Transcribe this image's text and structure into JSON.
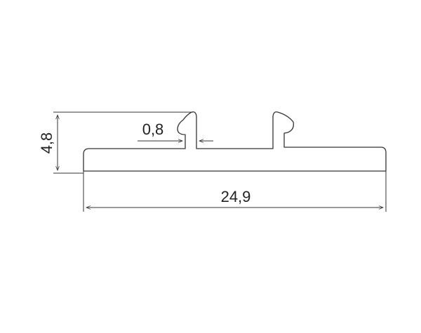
{
  "dimensions": {
    "overall_width": "24,9",
    "overall_height": "4,8",
    "slot_gap": "0,8"
  },
  "colors": {
    "line": "#333333",
    "text": "#222222",
    "background": "#ffffff"
  }
}
